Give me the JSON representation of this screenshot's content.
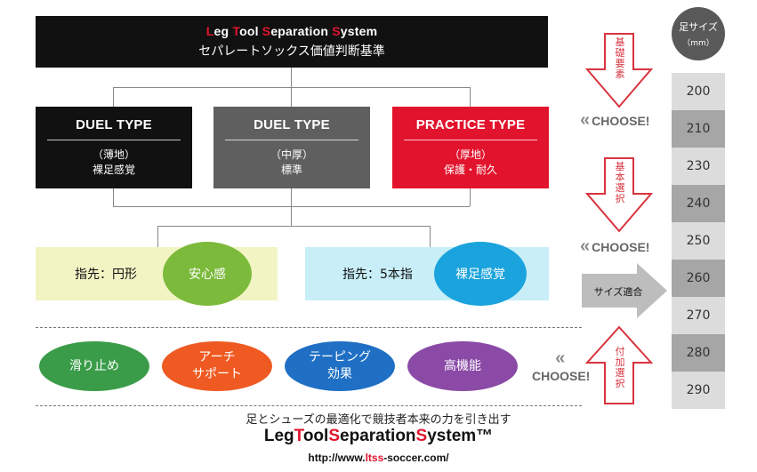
{
  "title": {
    "brand_parts": [
      {
        "text": "L",
        "red": true
      },
      {
        "text": "eg ",
        "red": false
      },
      {
        "text": "T",
        "red": true
      },
      {
        "text": "ool ",
        "red": false
      },
      {
        "text": "S",
        "red": true
      },
      {
        "text": "eparation ",
        "red": false
      },
      {
        "text": "S",
        "red": true
      },
      {
        "text": "ystem",
        "red": false
      }
    ],
    "subtitle": "セパレートソックス価値判断基準"
  },
  "types": [
    {
      "name": "DUEL TYPE",
      "thickness": "（薄地）",
      "feature": "裸足感覚",
      "color": "#111111"
    },
    {
      "name": "DUEL TYPE",
      "thickness": "（中厚）",
      "feature": "標準",
      "color": "#5f5f5f"
    },
    {
      "name": "PRACTICE TYPE",
      "thickness": "（厚地）",
      "feature": "保護・耐久",
      "color": "#e2142d"
    }
  ],
  "toes": [
    {
      "label": "指先：円形",
      "benefit": "安心感",
      "panel_color": "#f2f4c4",
      "circle_color": "#7cba3b"
    },
    {
      "label": "指先：5本指",
      "benefit": "裸足感覚",
      "panel_color": "#c8eef8",
      "circle_color": "#1aa3dc"
    }
  ],
  "functions": [
    {
      "line1": "滑り止め",
      "line2": "",
      "color": "#3a9c48"
    },
    {
      "line1": "アーチ",
      "line2": "サポート",
      "color": "#ef5a22"
    },
    {
      "line1": "テーピング",
      "line2": "効果",
      "color": "#1f6fc4"
    },
    {
      "line1": "高機能",
      "line2": "",
      "color": "#8a4aa6"
    }
  ],
  "arrows": [
    {
      "label_chars": [
        "基",
        "礎",
        "要",
        "素"
      ]
    },
    {
      "label_chars": [
        "基",
        "本",
        "選",
        "択"
      ]
    },
    {
      "label_chars": [
        "付",
        "加",
        "選",
        "択"
      ]
    }
  ],
  "choose": {
    "label": "CHOOSE!",
    "chevron": "«"
  },
  "size_fit": "サイズ適合",
  "size_header": {
    "line1": "足サイズ",
    "line2": "（mm）"
  },
  "sizes": [
    "200",
    "210",
    "230",
    "240",
    "250",
    "260",
    "270",
    "280",
    "290"
  ],
  "footer": {
    "tagline": "足とシューズの最適化で競技者本来の力を引き出す",
    "brand_parts": [
      {
        "text": "Leg",
        "red": false
      },
      {
        "text": "T",
        "red": true
      },
      {
        "text": "ool",
        "red": false
      },
      {
        "text": "S",
        "red": true
      },
      {
        "text": "eparation",
        "red": false
      },
      {
        "text": "S",
        "red": true
      },
      {
        "text": "ystem™",
        "red": false
      }
    ],
    "url_parts": [
      {
        "text": "http://www.",
        "red": false
      },
      {
        "text": "ltss",
        "red": true
      },
      {
        "text": "-soccer.com/",
        "red": false
      }
    ]
  },
  "colors": {
    "accent_red": "#e2142d",
    "arrow_red": "#d9343f",
    "size_light": "#dcdcdc",
    "size_dark": "#a6a6a6"
  }
}
